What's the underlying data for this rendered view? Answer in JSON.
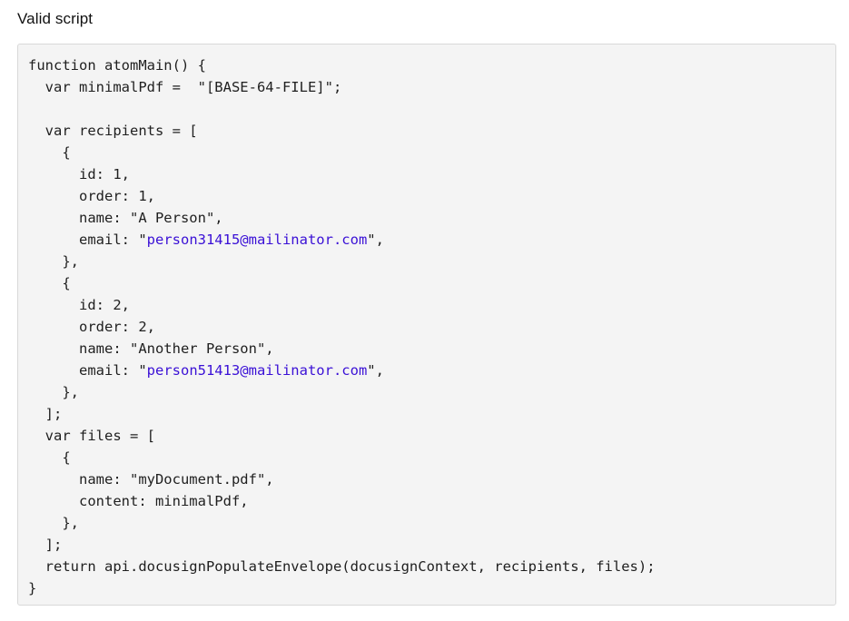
{
  "heading": "Valid script",
  "code": {
    "lines": [
      "function atomMain() {",
      "  var minimalPdf =  \"[BASE-64-FILE]\";",
      "",
      "  var recipients = [",
      "    {",
      "      id: 1,",
      "      order: 1,",
      "      name: \"A Person\",",
      "      email: \"person31415@mailinator.com\",",
      "    },",
      "    {",
      "      id: 2,",
      "      order: 2,",
      "      name: \"Another Person\",",
      "      email: \"person51413@mailinator.com\",",
      "    },",
      "  ];",
      "  var files = [",
      "    {",
      "      name: \"myDocument.pdf\",",
      "      content: minimalPdf,",
      "    },",
      "  ];",
      "  return api.docusignPopulateEnvelope(docusignContext, recipients, files);",
      "}"
    ],
    "email_links": [
      {
        "before": "      email: \"",
        "link": "person31415@mailinator.com",
        "after": "\","
      },
      {
        "before": "      email: \"",
        "link": "person51413@mailinator.com",
        "after": "\","
      }
    ],
    "link_color": "#3a10d6",
    "background_color": "#f4f4f4"
  }
}
